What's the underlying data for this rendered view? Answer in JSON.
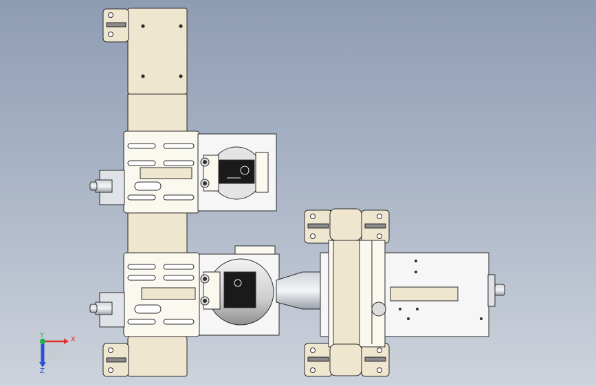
{
  "view": {
    "background_top": "#8e9cb3",
    "background_bottom": "#cdd3dc",
    "part_color": "#efe6d0",
    "dark_part_color": "#1a1a1a",
    "edge_color": "#2b2b2b"
  },
  "axes_triad": {
    "x_label": "X",
    "y_label": "Y",
    "z_label": "Z",
    "x_color": "#e0302a",
    "y_color": "#27b04a",
    "z_color": "#2f4fd8"
  }
}
